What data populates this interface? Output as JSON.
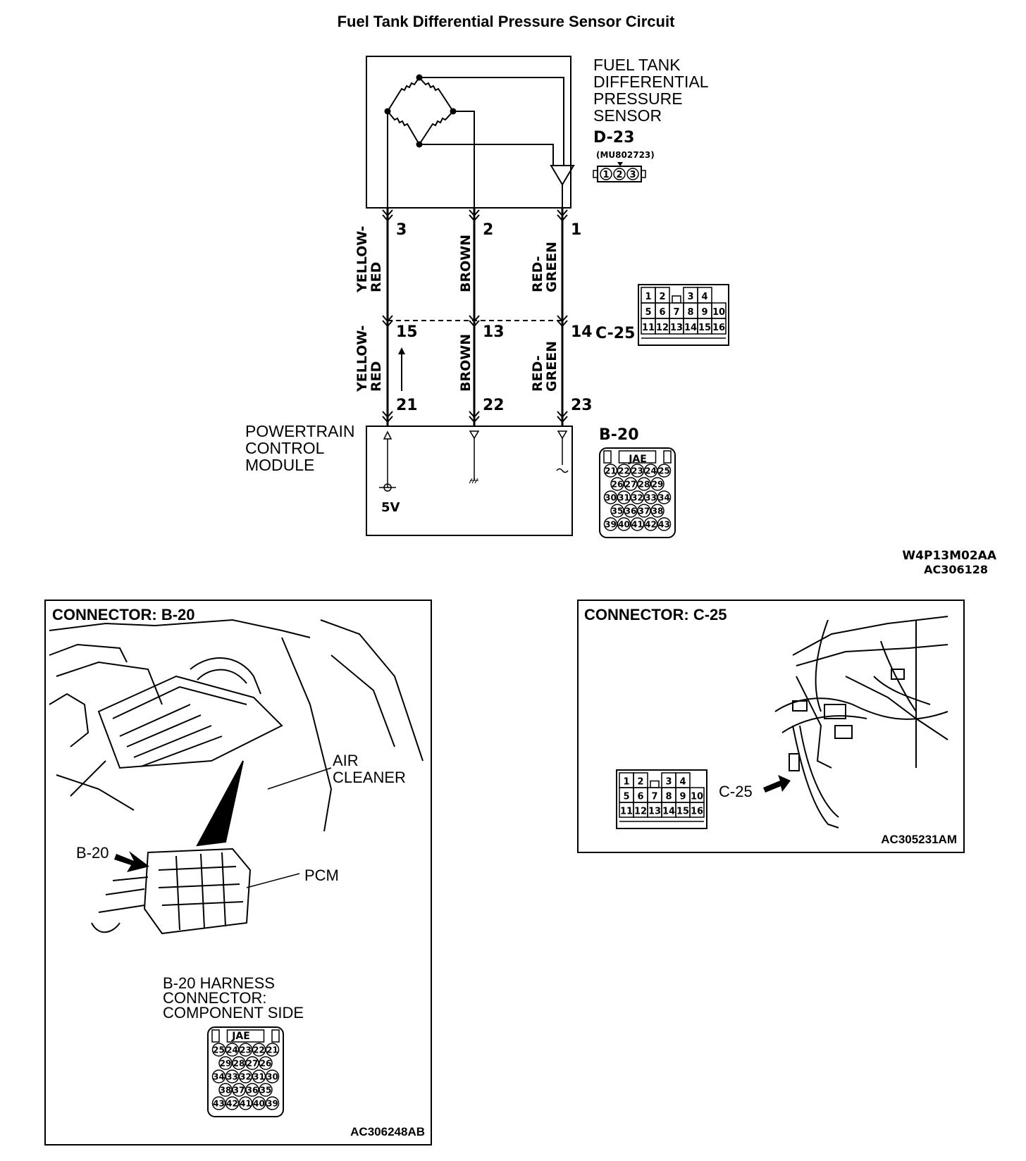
{
  "title": "Fuel Tank Differential Pressure Sensor Circuit",
  "sensor": {
    "label": [
      "FUEL TANK",
      "DIFFERENTIAL",
      "PRESSURE",
      "SENSOR"
    ],
    "connector_id": "D-23",
    "part_number": "(MU802723)",
    "pins": [
      "1",
      "2",
      "3"
    ]
  },
  "wires": [
    {
      "sensor_pin": "3",
      "upper_color": [
        "YELLOW-",
        "RED"
      ],
      "c25_pin": "15",
      "lower_color": [
        "YELLOW-",
        "RED"
      ],
      "pcm_pin": "21"
    },
    {
      "sensor_pin": "2",
      "upper_color": [
        "BROWN"
      ],
      "c25_pin": "13",
      "lower_color": [
        "BROWN"
      ],
      "pcm_pin": "22"
    },
    {
      "sensor_pin": "1",
      "upper_color": [
        "RED-",
        "GREEN"
      ],
      "c25_pin": "14",
      "lower_color": [
        "RED-",
        "GREEN"
      ],
      "pcm_pin": "23"
    }
  ],
  "c25": {
    "id": "C-25",
    "rows": [
      [
        "1",
        "2",
        "",
        "3",
        "4"
      ],
      [
        "5",
        "6",
        "7",
        "8",
        "9",
        "10"
      ],
      [
        "11",
        "12",
        "13",
        "14",
        "15",
        "16"
      ]
    ]
  },
  "pcm": {
    "label": [
      "POWERTRAIN",
      "CONTROL",
      "MODULE"
    ],
    "connector_id": "B-20",
    "supply": "5V",
    "jae": "JAE",
    "rows": [
      [
        "21",
        "22",
        "23",
        "24",
        "25"
      ],
      [
        "26",
        "27",
        "28",
        "29"
      ],
      [
        "30",
        "31",
        "32",
        "33",
        "34"
      ],
      [
        "35",
        "36",
        "37",
        "38"
      ],
      [
        "39",
        "40",
        "41",
        "42",
        "43"
      ]
    ]
  },
  "ref_codes": {
    "schematic_1": "W4P13M02AA",
    "schematic_2": "AC306128"
  },
  "panel_b20": {
    "title": "CONNECTOR: B-20",
    "labels": {
      "air": "AIR",
      "cleaner": "CLEANER",
      "b20": "B-20",
      "pcm": "PCM"
    },
    "harness": [
      "B-20 HARNESS",
      "CONNECTOR:",
      "COMPONENT SIDE"
    ],
    "jae": "JAE",
    "rows": [
      [
        "25",
        "24",
        "23",
        "22",
        "21"
      ],
      [
        "29",
        "28",
        "27",
        "26"
      ],
      [
        "34",
        "33",
        "32",
        "31",
        "30"
      ],
      [
        "38",
        "37",
        "36",
        "35"
      ],
      [
        "43",
        "42",
        "41",
        "40",
        "39"
      ]
    ],
    "code": "AC306248AB"
  },
  "panel_c25": {
    "title": "CONNECTOR: C-25",
    "callout": "C-25",
    "rows": [
      [
        "1",
        "2",
        "",
        "3",
        "4"
      ],
      [
        "5",
        "6",
        "7",
        "8",
        "9",
        "10"
      ],
      [
        "11",
        "12",
        "13",
        "14",
        "15",
        "16"
      ]
    ],
    "code": "AC305231AM"
  }
}
